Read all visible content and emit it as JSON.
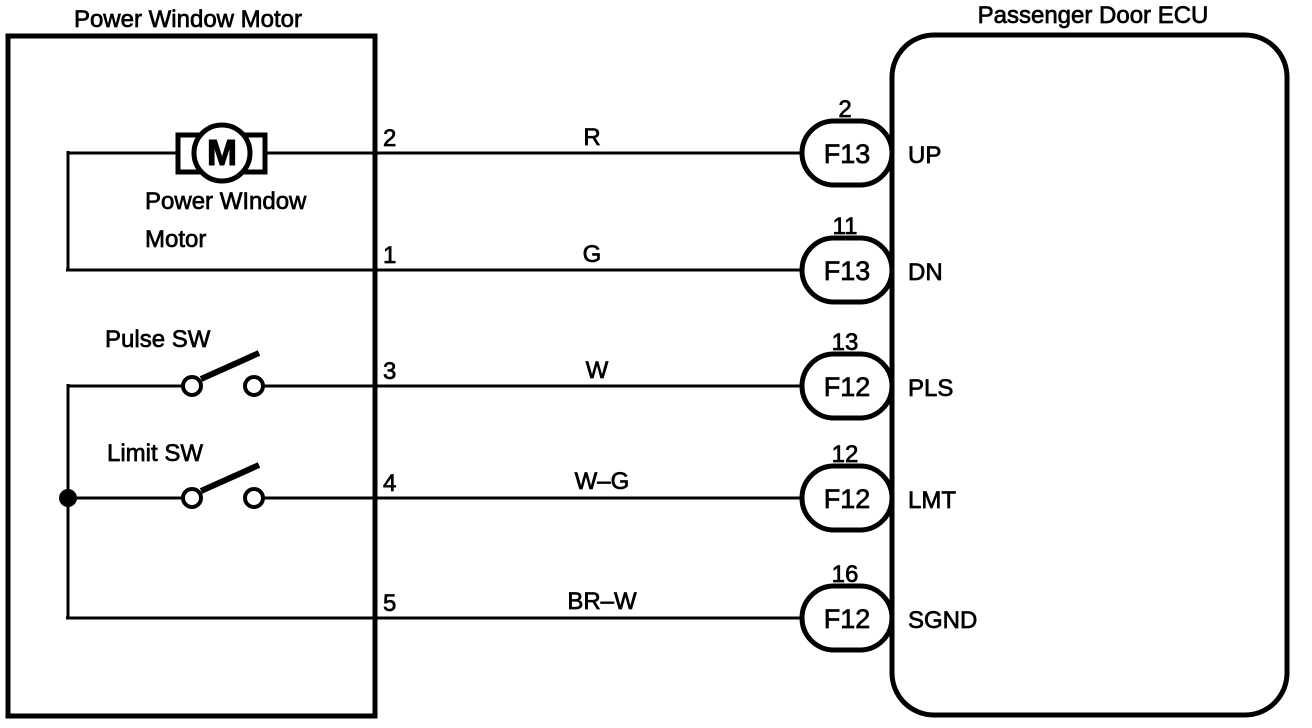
{
  "diagram": {
    "left_module": {
      "title": "Power Window Motor",
      "motor": {
        "letter": "M",
        "label_line1": "Power WIndow",
        "label_line2": "Motor"
      },
      "pulse_switch_label": "Pulse SW",
      "limit_switch_label": "Limit SW"
    },
    "ecu": {
      "title": "Passenger Door ECU"
    },
    "wires": [
      {
        "terminal": "2",
        "color_code": "R",
        "pin": "2",
        "connector": "F13",
        "signal": "UP"
      },
      {
        "terminal": "1",
        "color_code": "G",
        "pin": "11",
        "connector": "F13",
        "signal": "DN"
      },
      {
        "terminal": "3",
        "color_code": "W",
        "pin": "13",
        "connector": "F12",
        "signal": "PLS"
      },
      {
        "terminal": "4",
        "color_code": "W–G",
        "pin": "12",
        "connector": "F12",
        "signal": "LMT"
      },
      {
        "terminal": "5",
        "color_code": "BR–W",
        "pin": "16",
        "connector": "F12",
        "signal": "SGND"
      }
    ],
    "colors": {
      "line": "#000000",
      "background": "#ffffff"
    }
  }
}
